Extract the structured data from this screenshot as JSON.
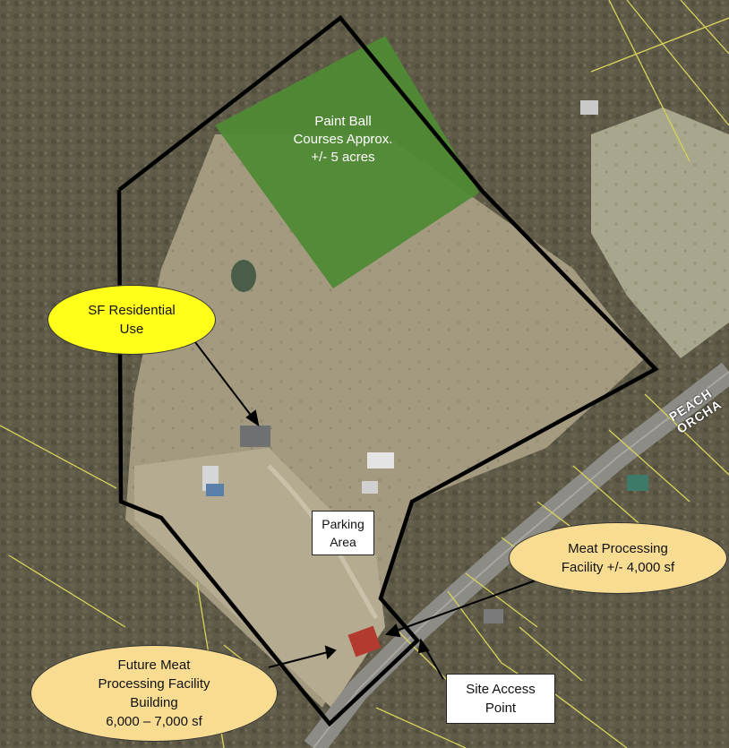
{
  "colors": {
    "woods": "#5e5a47",
    "clearing": "#a49a80",
    "pasture": "#b5ab90",
    "paintball_fill": "#4f8a34",
    "boundary": "#000000",
    "parcel_line": "#d8d35a",
    "road": "#8d8b86",
    "sf_callout": "#ffff1a",
    "meat_callout": "#f8dc92",
    "box_fill": "#ffffff"
  },
  "road": {
    "name": "PEACH ORCHA"
  },
  "paintball": {
    "text": "Paint Ball\nCourses Approx.\n+/- 5 acres"
  },
  "callouts": {
    "sf_residential": "SF Residential\nUse",
    "parking_area": "Parking\nArea",
    "meat_processing": "Meat Processing\nFacility +/- 4,000 sf",
    "future_meat": "Future Meat\nProcessing Facility\nBuilding\n6,000 – 7,000 sf",
    "site_access": "Site Access\nPoint"
  }
}
